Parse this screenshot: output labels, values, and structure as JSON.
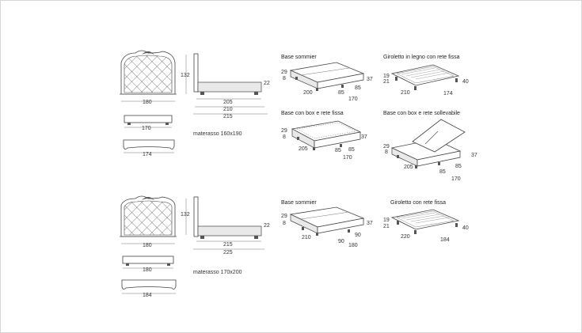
{
  "section1": {
    "front": {
      "headboard_width": "180",
      "base_width": "170",
      "foot_width": "174"
    },
    "side": {
      "height": "132",
      "side_height": "22",
      "lengths": [
        "205",
        "210",
        "215"
      ]
    },
    "mattress": "materasso 160x190",
    "sommier": {
      "title": "Base sommier",
      "h1": "29",
      "h2": "8",
      "h3": "37",
      "length": "200",
      "w1": "85",
      "w2": "85",
      "total": "170"
    },
    "box": {
      "title": "Base con box e rete fissa",
      "h1": "29",
      "h2": "8",
      "h3": "37",
      "length": "205",
      "w1": "85",
      "w2": "85",
      "total": "170"
    },
    "giroletto": {
      "title": "Giroletto in legno con rete fissa",
      "h1": "19",
      "h2": "21",
      "h3": "40",
      "length": "210",
      "width": "174"
    },
    "sollevabile": {
      "title": "Base con box e rete sollevabile",
      "h1": "29",
      "h2": "8",
      "h3": "37",
      "length": "205",
      "w1": "85",
      "w2": "85",
      "total": "170"
    }
  },
  "section2": {
    "front": {
      "headboard_width": "180",
      "base_width": "180",
      "foot_width": "184"
    },
    "side": {
      "height": "132",
      "side_height": "22",
      "lengths": [
        "215",
        "225"
      ]
    },
    "mattress": "materasso 170x200",
    "sommier": {
      "title": "Base sommier",
      "h1": "29",
      "h2": "8",
      "h3": "37",
      "length": "210",
      "w1": "90",
      "w2": "90",
      "total": "180"
    },
    "giroletto": {
      "title": "Giroletto con rete fissa",
      "h1": "19",
      "h2": "21",
      "h3": "40",
      "length": "220",
      "width": "184"
    }
  }
}
